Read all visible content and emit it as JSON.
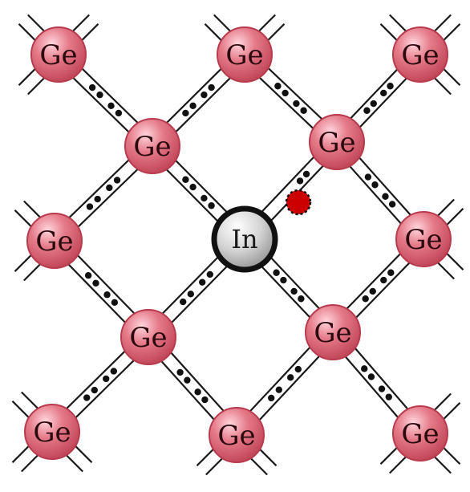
{
  "diagram": {
    "host_atom_label": "Ge",
    "dopant_atom_label": "In",
    "colors": {
      "ge_fill": "#e0707f",
      "ge_highlight": "#ffd6dc",
      "ge_rim": "#b83a4c",
      "in_fill": "#d6d6d6",
      "in_rim": "#111111",
      "bond": "#1a1a1a",
      "electron": "#111111",
      "hole": "#cc0000"
    },
    "lattice": {
      "ge_atom_count": 12,
      "dopant_count": 1,
      "hole_count": 1
    }
  }
}
